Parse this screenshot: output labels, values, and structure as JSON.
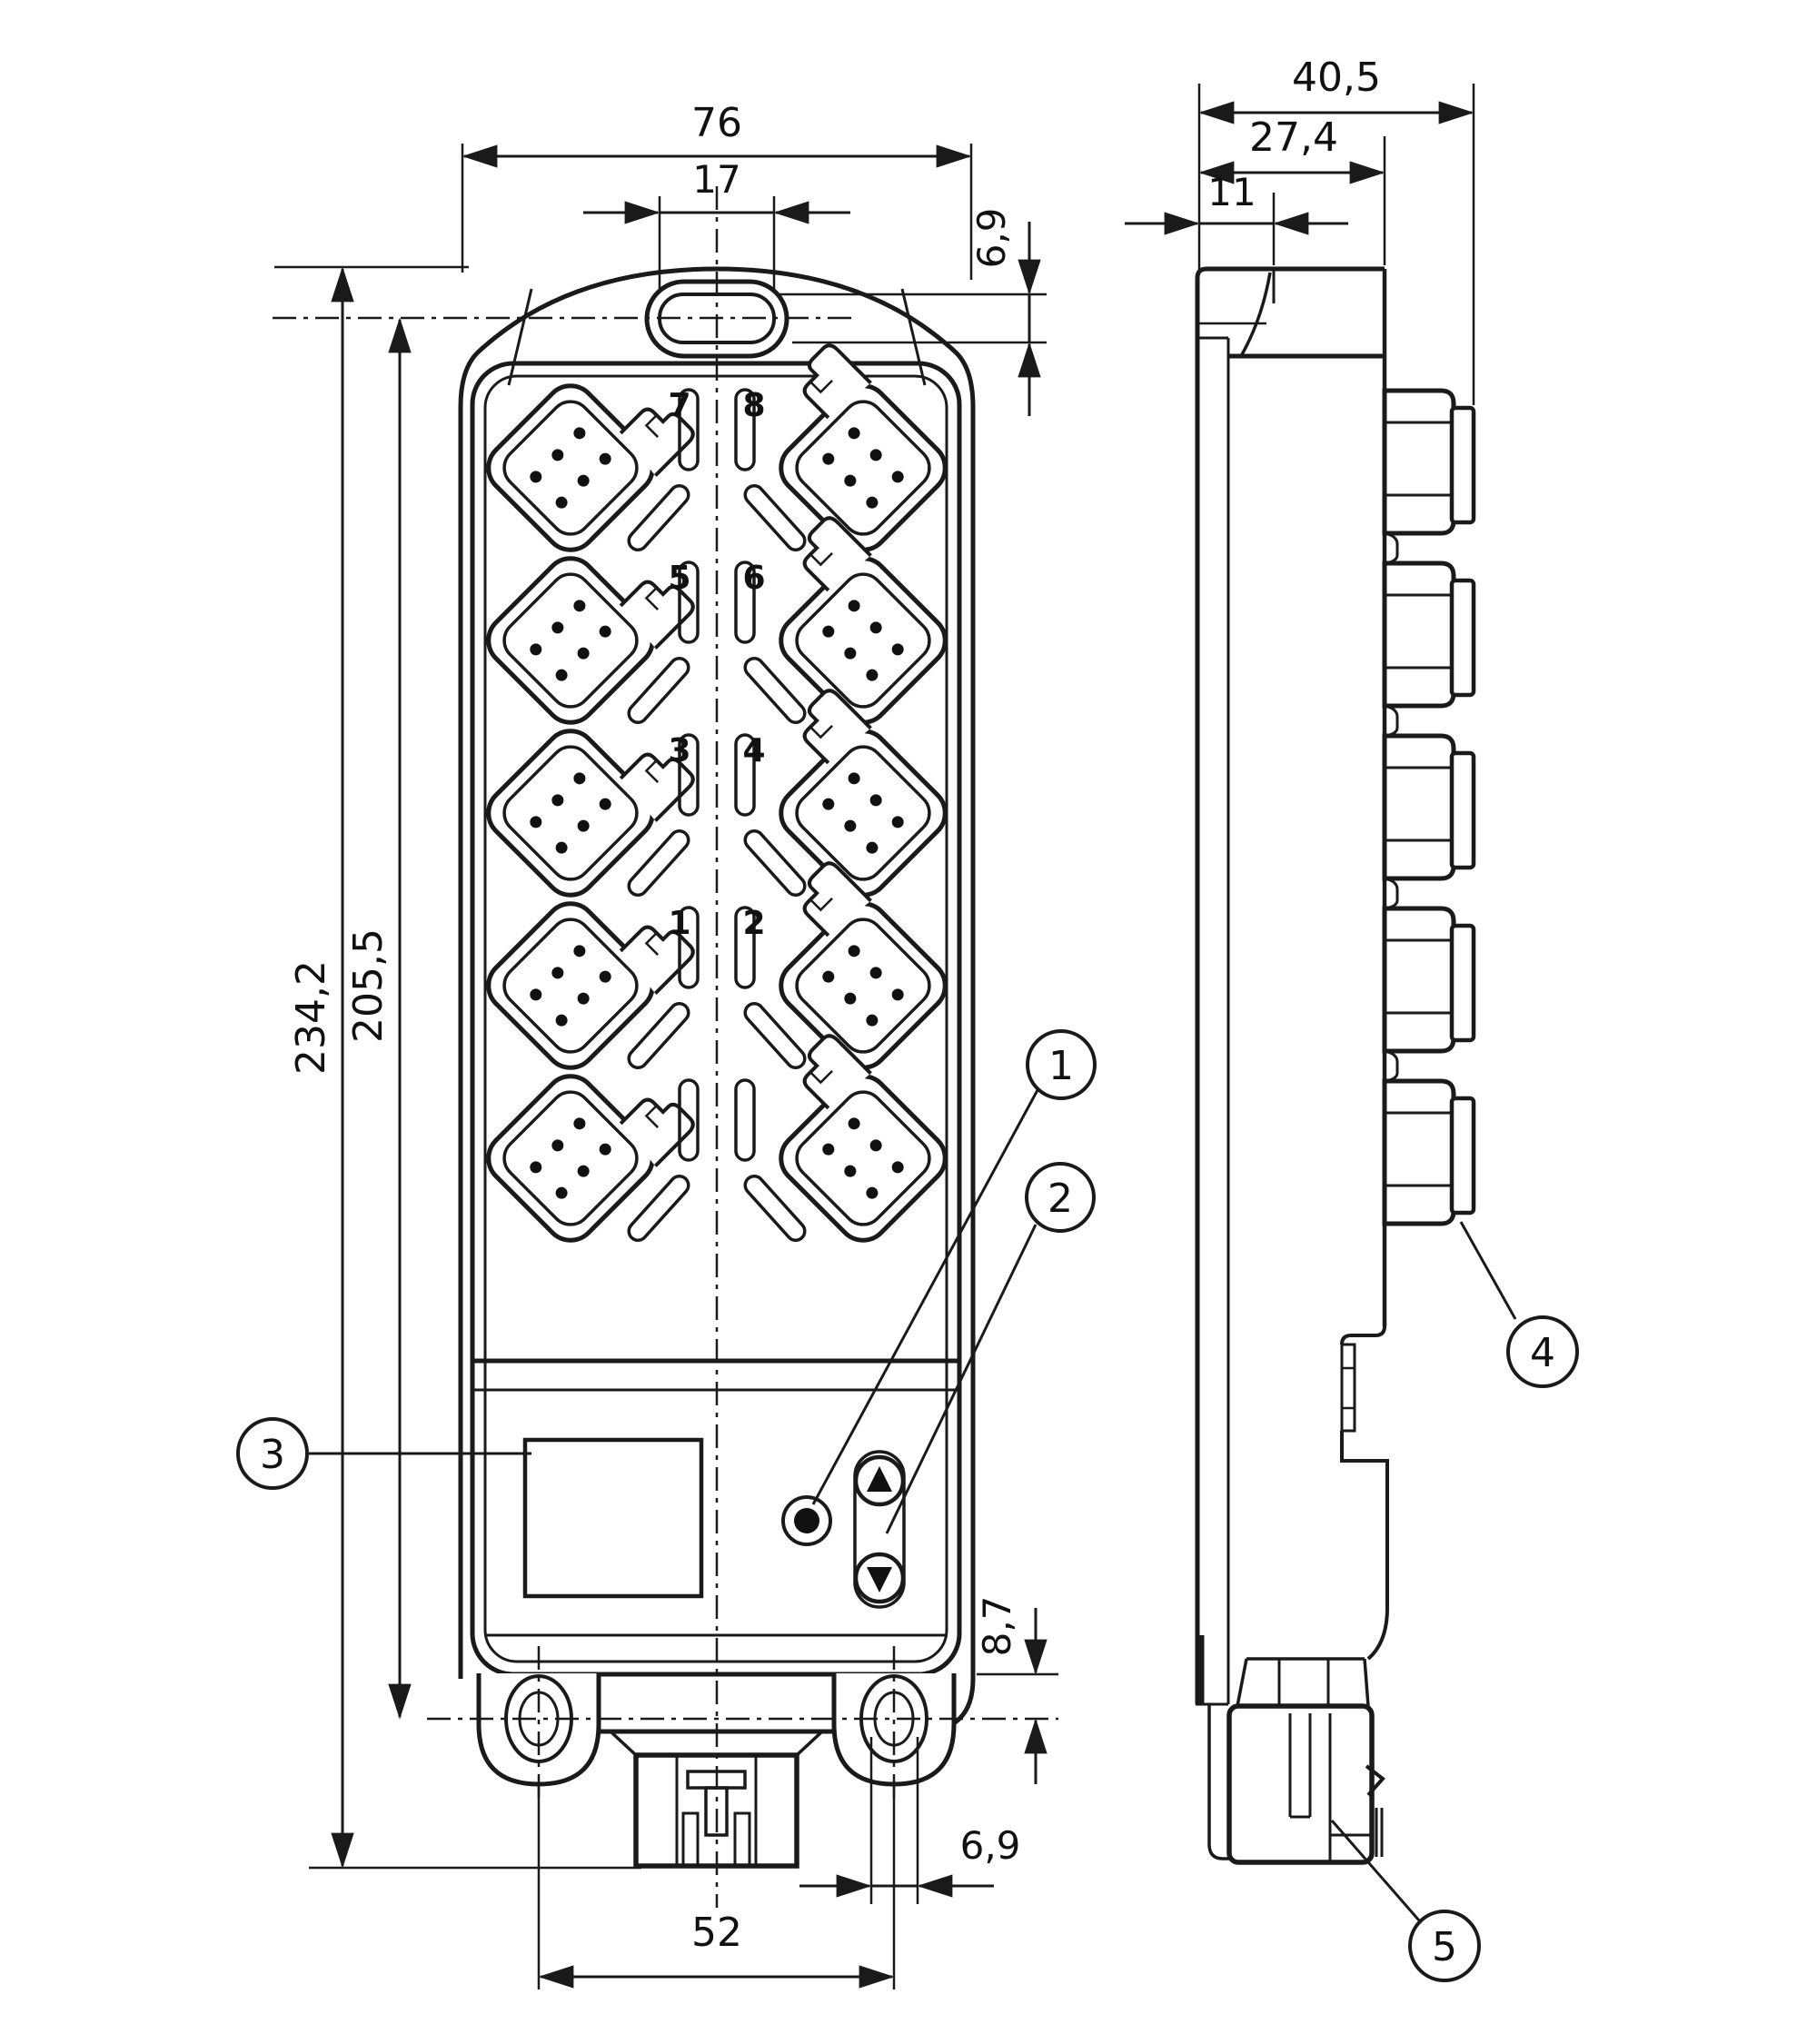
{
  "dims": {
    "front": {
      "overall_width": "76",
      "top_slot_width": "17",
      "top_slot_height": "6,9",
      "overall_height": "234,2",
      "mounting_height": "205,5",
      "foot_offset": "8,7",
      "foot_slot_width": "6,9",
      "foot_spacing": "52"
    },
    "side": {
      "overall_depth": "40,5",
      "body_depth": "27,4",
      "flange_depth": "11"
    }
  },
  "ports": {
    "rows": [
      [
        "7",
        "8"
      ],
      [
        "5",
        "6"
      ],
      [
        "3",
        "4"
      ],
      [
        "1",
        "2"
      ]
    ]
  },
  "callouts": {
    "c1": "1",
    "c2": "2",
    "c3": "3",
    "c4": "4",
    "c5": "5"
  }
}
